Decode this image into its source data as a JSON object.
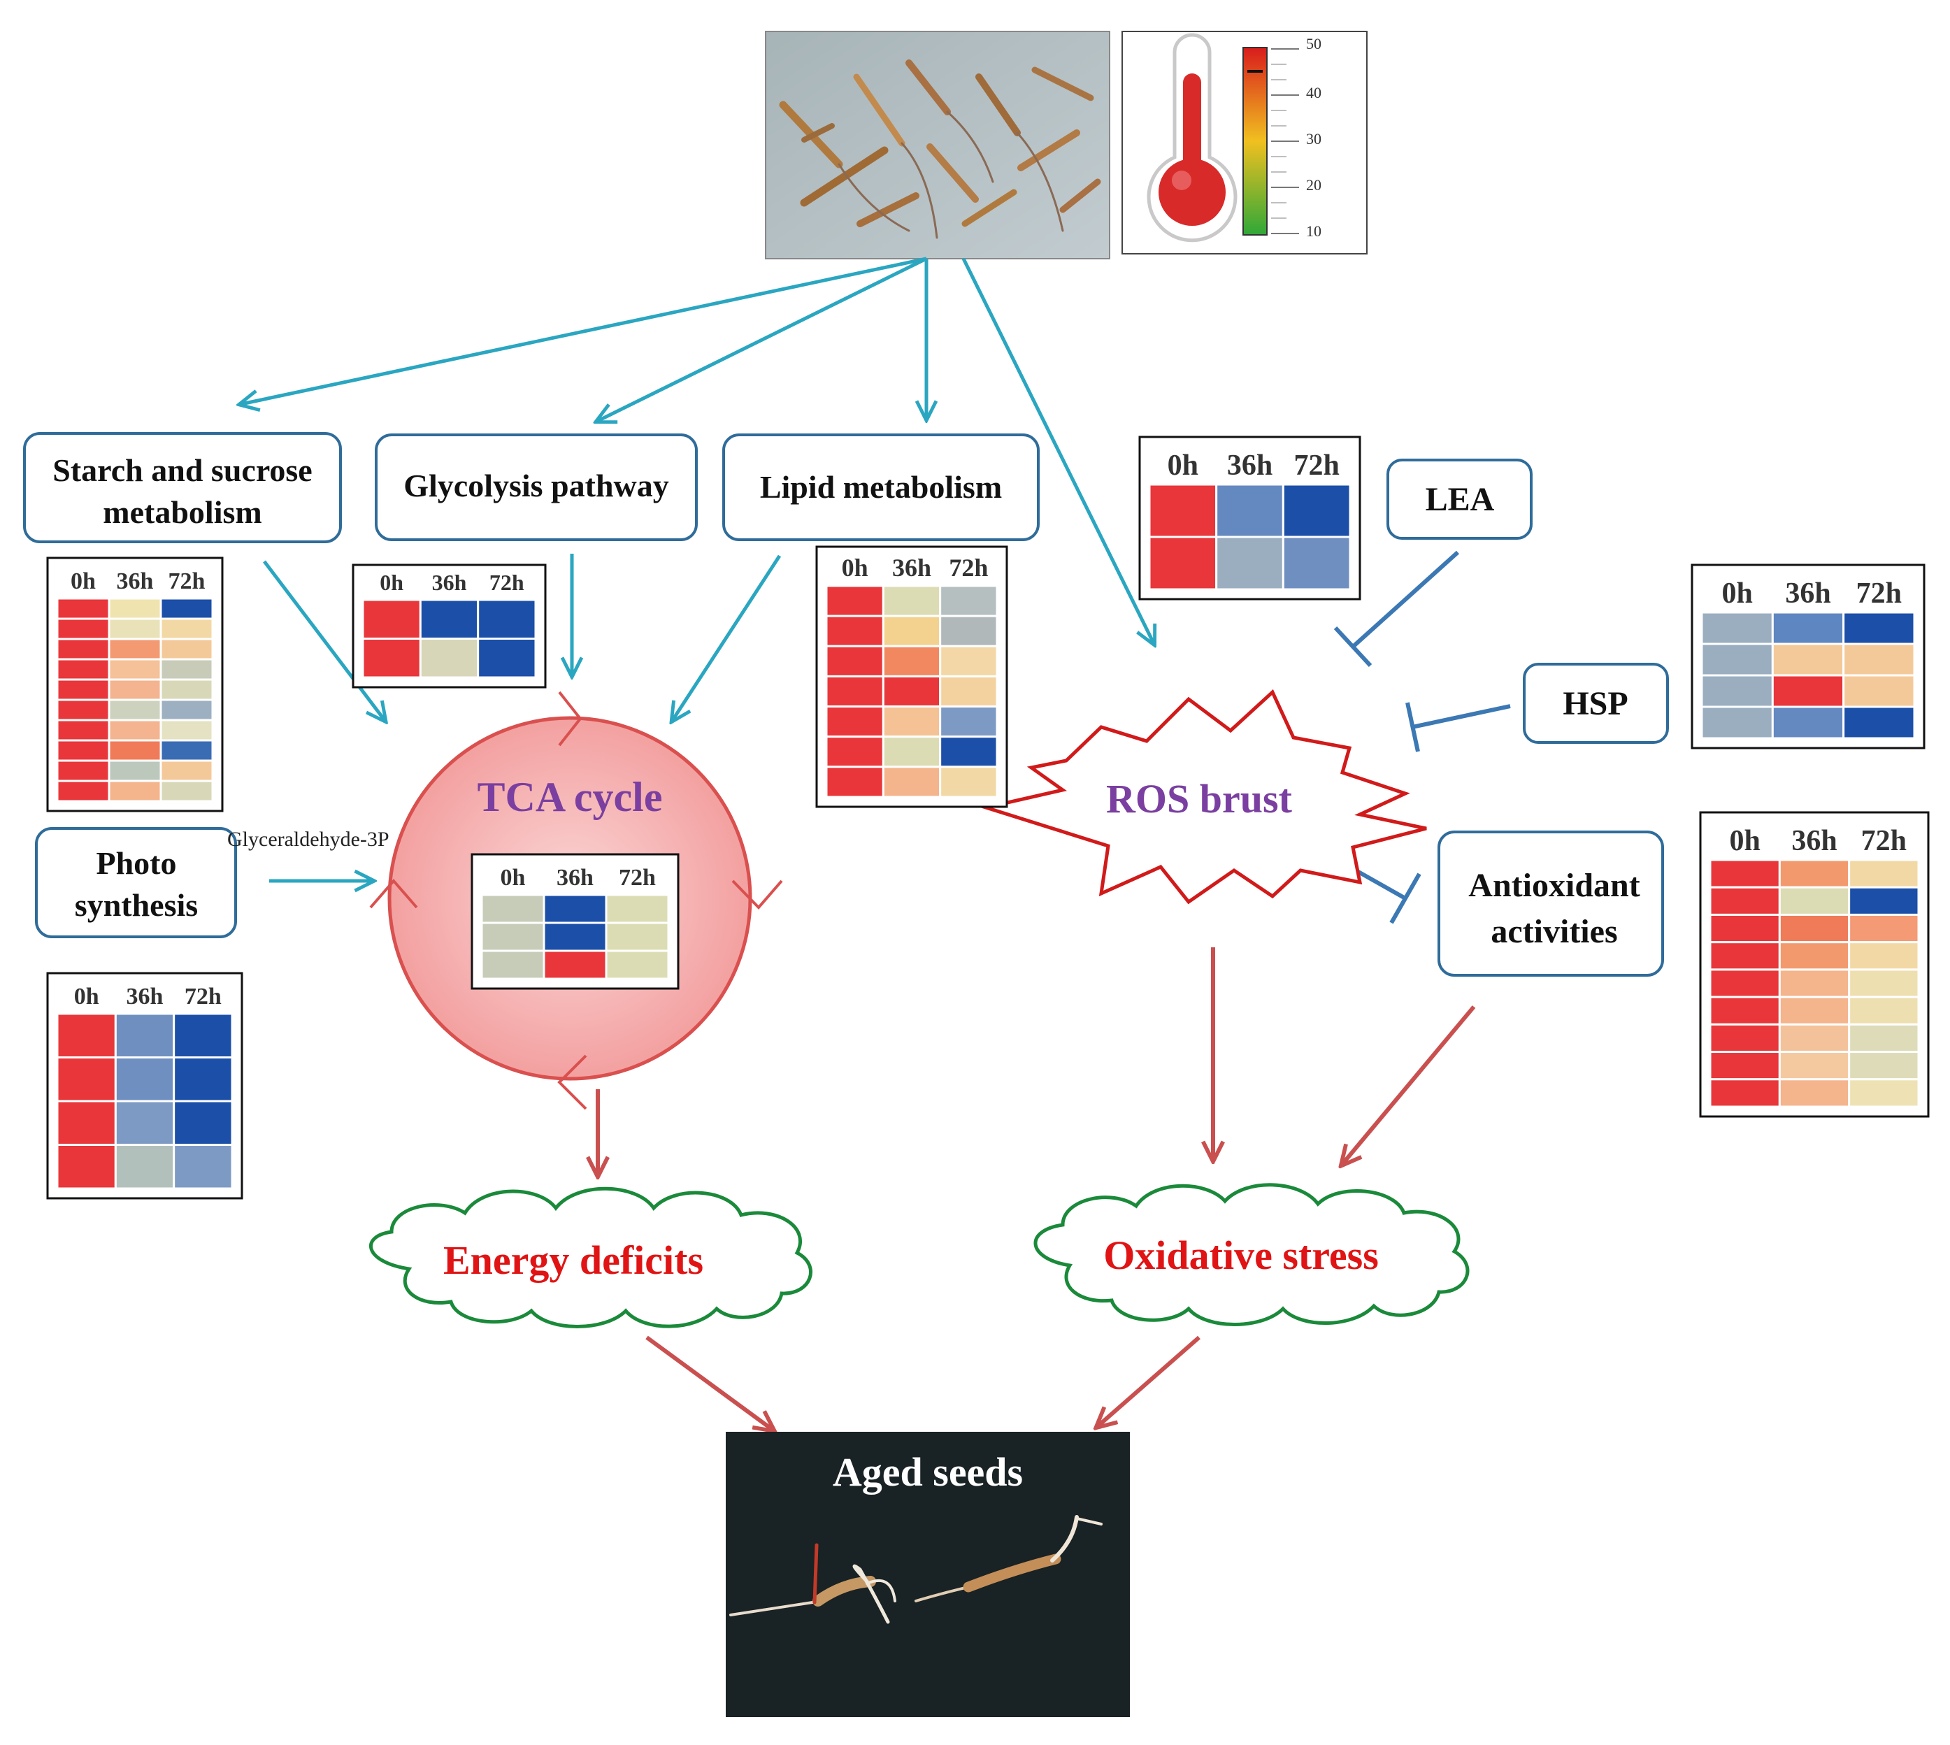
{
  "colors": {
    "blue_arrow": "#2aa6c1",
    "inhibit": "#3b78b4",
    "red_arrow": "#c9504f",
    "box_border": "#2f6c9a",
    "tca_fill": "#f4a3a3",
    "tca_stroke": "#d9504e",
    "ros_stroke": "#d11a1a",
    "ros_text": "#7a3fa0",
    "tca_text": "#7a3fa0",
    "cloud_stroke": "#1a8a3a",
    "cloud_text": "#e01414",
    "heat_red": "#e8363a",
    "heat_blue": "#1b4fa8"
  },
  "images": {
    "seeds_photo": "seeds-photo",
    "thermometer_icon": "thermometer-icon",
    "thermo_scale": [
      "50",
      "40",
      "30",
      "20",
      "10"
    ],
    "aged_seeds_photo": "aged-seeds-photo"
  },
  "boxes": {
    "starch_line1": "Starch and sucrose",
    "starch_line2": "metabolism",
    "glycolysis": "Glycolysis pathway",
    "lipid": "Lipid metabolism",
    "photo_line1": "Photo",
    "photo_line2": "synthesis",
    "lea": "LEA",
    "hsp": "HSP",
    "antiox_line1": "Antioxidant",
    "antiox_line2": "activities"
  },
  "nodes": {
    "tca": "TCA cycle",
    "ros": "ROS brust",
    "energy": "Energy deficits",
    "oxidative": "Oxidative stress",
    "aged": "Aged seeds",
    "glyceraldehyde": "Glyceraldehyde-3P"
  },
  "heatmap_headers": [
    "0h",
    "36h",
    "72h"
  ],
  "heatmaps": {
    "starch": [
      [
        "#e8363a",
        "#efe4b0",
        "#1b4fa8"
      ],
      [
        "#e8363a",
        "#e9e2b8",
        "#f2d8a4"
      ],
      [
        "#e8363a",
        "#f39a72",
        "#f4c99a"
      ],
      [
        "#e8363a",
        "#f4c198",
        "#c7cbb8"
      ],
      [
        "#e8363a",
        "#f3b48f",
        "#d8d8b8"
      ],
      [
        "#e8363a",
        "#ccd2bd",
        "#9cb0c2"
      ],
      [
        "#e8363a",
        "#f3b48f",
        "#e4e2c2"
      ],
      [
        "#e8363a",
        "#f07b58",
        "#3a6cb3"
      ],
      [
        "#e8363a",
        "#bdc8bc",
        "#f4c99a"
      ],
      [
        "#e8363a",
        "#f4b48c",
        "#d8d8b8"
      ]
    ],
    "glycolysis": [
      [
        "#e8363a",
        "#1b4fa8",
        "#1b4fa8"
      ],
      [
        "#e8363a",
        "#d8d6b8",
        "#1b4fa8"
      ]
    ],
    "lipid": [
      [
        "#e8363a",
        "#dcdcb4",
        "#b5bfc0"
      ],
      [
        "#e8363a",
        "#f2d28e",
        "#b0b8ba"
      ],
      [
        "#e8363a",
        "#f28860",
        "#f3d7a6"
      ],
      [
        "#e8363a",
        "#e8363a",
        "#f4d2a0"
      ],
      [
        "#e8363a",
        "#f4c294",
        "#7d9ac4"
      ],
      [
        "#e8363a",
        "#dcdcb4",
        "#1b4fa8"
      ],
      [
        "#e8363a",
        "#f4b48c",
        "#f2d8a4"
      ]
    ],
    "photo": [
      [
        "#e8363a",
        "#6f8fc0",
        "#1b4fa8"
      ],
      [
        "#e8363a",
        "#6f8fc0",
        "#1b4fa8"
      ],
      [
        "#e8363a",
        "#7d9ac4",
        "#1b4fa8"
      ],
      [
        "#e8363a",
        "#b2c0bc",
        "#7d9ac4"
      ]
    ],
    "tca": [
      [
        "#c6ccb8",
        "#1b4fa8",
        "#dcdcb4"
      ],
      [
        "#c6ccb8",
        "#1b4fa8",
        "#dcdcb4"
      ],
      [
        "#c6ccb8",
        "#e8363a",
        "#dcdcb4"
      ]
    ],
    "lea": [
      [
        "#e8363a",
        "#6488c0",
        "#1b4fa8"
      ],
      [
        "#e8363a",
        "#9aaec0",
        "#6f8fc0"
      ]
    ],
    "hsp": [
      [
        "#9aaec0",
        "#5e86c0",
        "#1b4fa8"
      ],
      [
        "#9aaec0",
        "#f4c99a",
        "#f4c99a"
      ],
      [
        "#9aaec0",
        "#e8363a",
        "#f4c99a"
      ],
      [
        "#9aaec0",
        "#6488c0",
        "#1b4fa8"
      ]
    ],
    "antiox": [
      [
        "#e8363a",
        "#f29a6e",
        "#f2d8a4"
      ],
      [
        "#e8363a",
        "#dcdcb4",
        "#1b4fa8"
      ],
      [
        "#e8363a",
        "#f07b58",
        "#f49a74"
      ],
      [
        "#e8363a",
        "#f29a6e",
        "#f2d8a4"
      ],
      [
        "#e8363a",
        "#f4b48c",
        "#eedfb0"
      ],
      [
        "#e8363a",
        "#f4b48c",
        "#eedfb0"
      ],
      [
        "#e8363a",
        "#f4c29a",
        "#dedcb8"
      ],
      [
        "#e8363a",
        "#f4c9a0",
        "#dedcb8"
      ],
      [
        "#e8363a",
        "#f4b48c",
        "#eee2b4"
      ]
    ]
  }
}
